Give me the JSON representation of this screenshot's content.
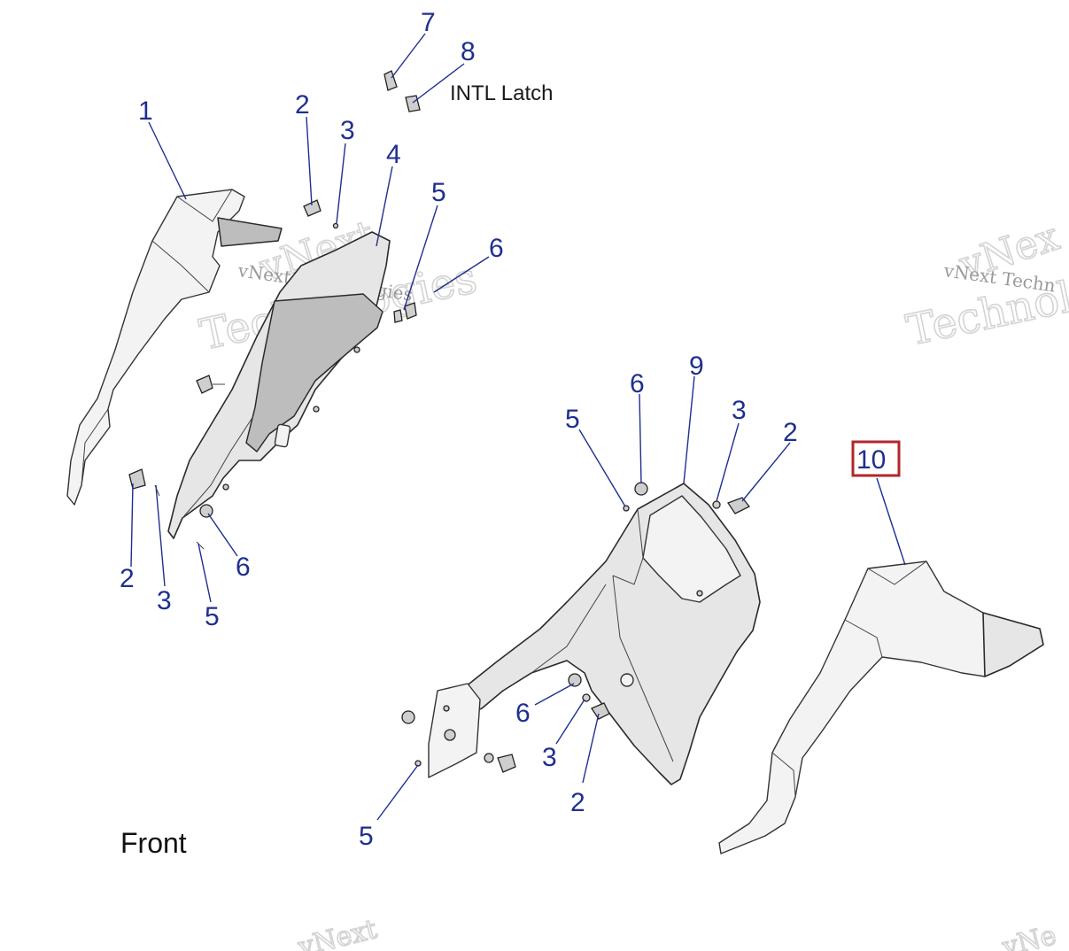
{
  "diagram": {
    "note": "INTL Latch",
    "front_label": "Front",
    "highlight_color": "#b3262a",
    "callout_color": "#1f2f8f",
    "callouts": [
      {
        "id": "c-7-top",
        "text": "7"
      },
      {
        "id": "c-8-top",
        "text": "8"
      },
      {
        "id": "c-1-left",
        "text": "1"
      },
      {
        "id": "c-2-left-top",
        "text": "2"
      },
      {
        "id": "c-3-left-top",
        "text": "3"
      },
      {
        "id": "c-4-left",
        "text": "4"
      },
      {
        "id": "c-5-left-top",
        "text": "5"
      },
      {
        "id": "c-6-left-top",
        "text": "6"
      },
      {
        "id": "c-2-left-bottom",
        "text": "2"
      },
      {
        "id": "c-3-left-bottom",
        "text": "3"
      },
      {
        "id": "c-6-left-bottom",
        "text": "6"
      },
      {
        "id": "c-5-left-bottom",
        "text": "5"
      },
      {
        "id": "c-6-right-top",
        "text": "6"
      },
      {
        "id": "c-9-right",
        "text": "9"
      },
      {
        "id": "c-5-right-top",
        "text": "5"
      },
      {
        "id": "c-3-right-top",
        "text": "3"
      },
      {
        "id": "c-2-right-top",
        "text": "2"
      },
      {
        "id": "c-10-right",
        "text": "10"
      },
      {
        "id": "c-6-right-bottom",
        "text": "6"
      },
      {
        "id": "c-3-right-bottom",
        "text": "3"
      },
      {
        "id": "c-2-right-bottom",
        "text": "2"
      },
      {
        "id": "c-5-right-bottom",
        "text": "5"
      }
    ],
    "watermarks": {
      "line1": "vNext",
      "line2": "Technologies",
      "small": "vNext Technologies",
      "right_line1": "vNex",
      "right_line2": "Technol",
      "right_small": "vNext Techn",
      "bottom_left": "vNext",
      "bottom_right": "vNe"
    }
  }
}
